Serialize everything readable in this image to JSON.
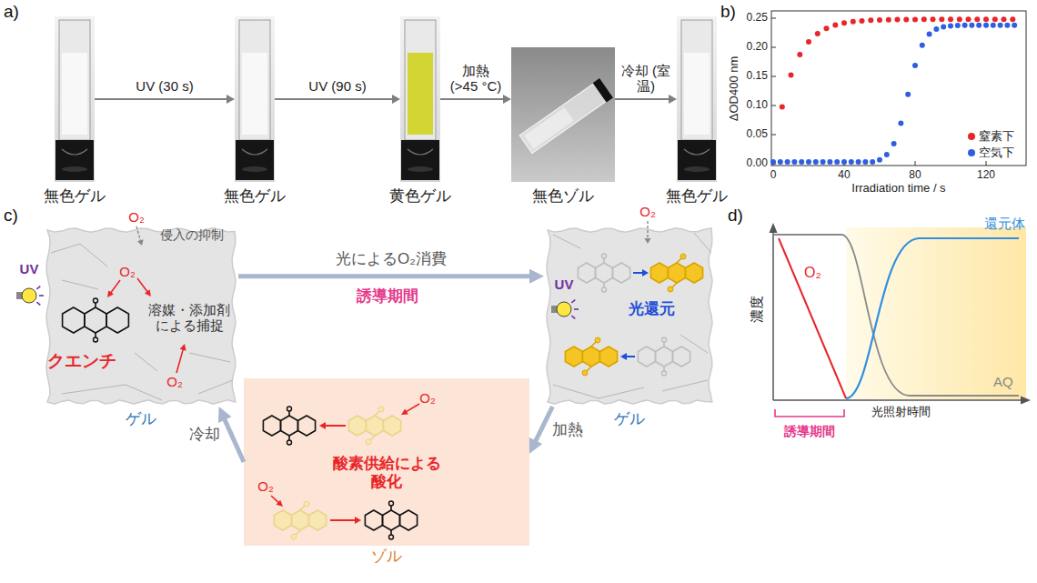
{
  "diagram": {
    "nodes": [
      {
        "text": [
          "無色ゲル"
        ]
      },
      {
        "text": [
          "無色ゲル"
        ]
      },
      {
        "text": [
          "黄色ゲル"
        ]
      },
      {
        "text": [
          "無色ゾル"
        ]
      },
      {
        "text": [
          "無色ゲル"
        ]
      },
      {
        "text": [
          "ゲル"
        ]
      },
      {
        "text": [
          "ゲル"
        ]
      },
      {
        "text": [
          "ゾル"
        ]
      }
    ],
    "edges": [
      {
        "from": 0,
        "to": 1,
        "arrow": "to",
        "label": "UV (30 s)"
      },
      {
        "from": 1,
        "to": 2,
        "arrow": "to",
        "label": "UV (90 s)"
      },
      {
        "from": 2,
        "to": 3,
        "arrow": "to",
        "label": "加熱 (>45 °C)"
      },
      {
        "from": 3,
        "to": 4,
        "arrow": "to",
        "label": "冷却 (室温)"
      },
      {
        "from": 5,
        "to": 6,
        "arrow": "to",
        "label": "光によるO₂消費"
      },
      {
        "from": 6,
        "to": 7,
        "arrow": "to",
        "label": "加熱"
      },
      {
        "from": 7,
        "to": 5,
        "arrow": "to",
        "label": "冷却"
      }
    ],
    "labels": [
      "a)",
      "b)",
      "c)",
      "d)",
      "0.25",
      "0.20",
      "0.15",
      "0.10",
      "0.05",
      "0.00",
      "0",
      "40",
      "80",
      "120",
      "ΔOD400 nm",
      "Irradiation time / s",
      "O₂",
      "侵入の抑制",
      "UV",
      "O₂",
      "クエンチ",
      "溶媒・添加剤による捕捉",
      "O₂",
      "誘導期間",
      "UV",
      "O₂",
      "光還元",
      "O₂",
      "酸素供給による酸化",
      "O₂",
      "濃度",
      "光照射時間",
      "O₂",
      "還元体",
      "AQ",
      "誘導期間"
    ],
    "legend": [
      {
        "text": "窒素下",
        "color": "#e8262a"
      },
      {
        "text": "空気下",
        "color": "#2f5fe0"
      }
    ]
  }
}
